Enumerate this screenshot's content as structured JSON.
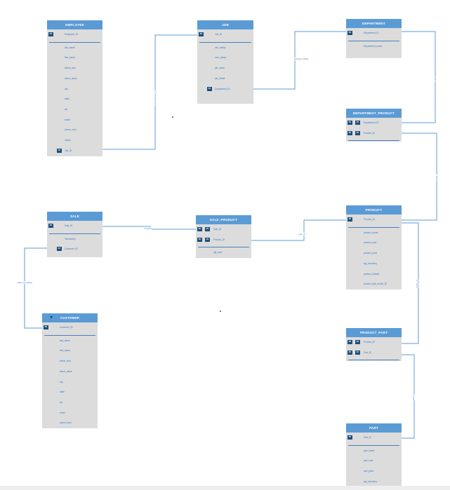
{
  "colors": {
    "header": "#5b9bd5",
    "body": "#dcdcdc",
    "key_badge": "#1f4e79",
    "attribute_text": "#3a78c2",
    "connector": "#5b9bd5"
  },
  "entities": [
    {
      "id": "employee",
      "name": "EMPLOYEE",
      "attributes": [
        {
          "name": "Employee_ID",
          "keys": [
            "PK"
          ]
        },
        {
          "separator": true
        },
        {
          "name": "last_name"
        },
        {
          "name": "first_name"
        },
        {
          "name": "street_num"
        },
        {
          "name": "street_name"
        },
        {
          "name": "city"
        },
        {
          "name": "state"
        },
        {
          "name": "zip"
        },
        {
          "name": "email"
        },
        {
          "name": "phone_num"
        },
        {
          "name": "salary"
        },
        {
          "name": "Job_ID",
          "keys": [
            "FK"
          ]
        }
      ]
    },
    {
      "id": "job",
      "name": "JOB",
      "attributes": [
        {
          "name": "Job_ID",
          "keys": [
            "PK"
          ]
        },
        {
          "separator": true
        },
        {
          "name": "min_salary"
        },
        {
          "name": "max_salary"
        },
        {
          "name": "job_name"
        },
        {
          "name": "job_Detail"
        },
        {
          "name": "Department_ID",
          "keys": [
            "FK"
          ]
        }
      ]
    },
    {
      "id": "department",
      "name": "DEPARTMENT",
      "attributes": [
        {
          "name": "Department_ID",
          "keys": [
            "PK"
          ]
        },
        {
          "separator": true
        },
        {
          "name": "Department_name"
        }
      ]
    },
    {
      "id": "department_product",
      "name": "DEPARTMENT_PRODUCT",
      "attributes": [
        {
          "name": "Department_ID",
          "keys": [
            "PK",
            "FK"
          ]
        },
        {
          "name": "Product_ID",
          "keys": [
            "PK",
            "FK"
          ]
        },
        {
          "separator": true
        }
      ]
    },
    {
      "id": "sale",
      "name": "SALE",
      "attributes": [
        {
          "name": "Sale_ID",
          "keys": [
            "PK"
          ]
        },
        {
          "separator": true
        },
        {
          "name": "Timestamp"
        },
        {
          "name": "Customer_ID",
          "keys": [
            "FK"
          ]
        }
      ]
    },
    {
      "id": "sale_product",
      "name": "SALE_PRODUCT",
      "attributes": [
        {
          "name": "Sale_ID",
          "keys": [
            "PK",
            "FK"
          ]
        },
        {
          "name": "Product_ID",
          "keys": [
            "PK",
            "FK"
          ]
        },
        {
          "separator": true
        },
        {
          "name": "qty_sold"
        }
      ]
    },
    {
      "id": "product",
      "name": "PRODUCT",
      "attributes": [
        {
          "name": "Product_ID",
          "keys": [
            "PK"
          ]
        },
        {
          "separator": true
        },
        {
          "name": "product_name"
        },
        {
          "name": "product_cost"
        },
        {
          "name": "product_price"
        },
        {
          "name": "qty_inventory"
        },
        {
          "name": "product_Details"
        },
        {
          "name": "product_last_month_ID"
        }
      ]
    },
    {
      "id": "customer",
      "name": "CUSTOMER",
      "collapse_marker": true,
      "attributes": [
        {
          "name": "Customer_ID",
          "keys": [
            "PK"
          ]
        },
        {
          "separator": true
        },
        {
          "name": "last_name"
        },
        {
          "name": "first_name"
        },
        {
          "name": "street_num"
        },
        {
          "name": "street_name"
        },
        {
          "name": "city"
        },
        {
          "name": "state"
        },
        {
          "name": "zip"
        },
        {
          "name": "email"
        },
        {
          "name": "phone_num"
        }
      ]
    },
    {
      "id": "product_part",
      "name": "PRODUCT_PART",
      "attributes": [
        {
          "name": "Product_ID",
          "keys": [
            "PK",
            "FK"
          ]
        },
        {
          "name": "Part_ID",
          "keys": [
            "PK",
            "FK"
          ]
        },
        {
          "separator": true
        }
      ]
    },
    {
      "id": "part",
      "name": "PART",
      "attributes": [
        {
          "name": "Part_ID",
          "keys": [
            "PK"
          ]
        },
        {
          "separator": true
        },
        {
          "name": "part_name"
        },
        {
          "name": "part_cost"
        },
        {
          "name": "part_price"
        },
        {
          "name": "qty_inventory"
        }
      ]
    }
  ],
  "relationships": [
    {
      "from": "employee",
      "to": "job",
      "label": "has/employed_in"
    },
    {
      "from": "job",
      "to": "department",
      "label": "belongs_to/has"
    },
    {
      "from": "department",
      "to": "department_product",
      "label": "makes"
    },
    {
      "from": "department_product",
      "to": "product",
      "label": "made_by"
    },
    {
      "from": "sale",
      "to": "sale_product",
      "label": "contains"
    },
    {
      "from": "sale_product",
      "to": "product",
      "label": "part_of"
    },
    {
      "from": "sale",
      "to": "customer",
      "label": "made_by/makes"
    },
    {
      "from": "product",
      "to": "product_part",
      "label": "made_of"
    },
    {
      "from": "product_part",
      "to": "part",
      "label": "used_by"
    }
  ]
}
